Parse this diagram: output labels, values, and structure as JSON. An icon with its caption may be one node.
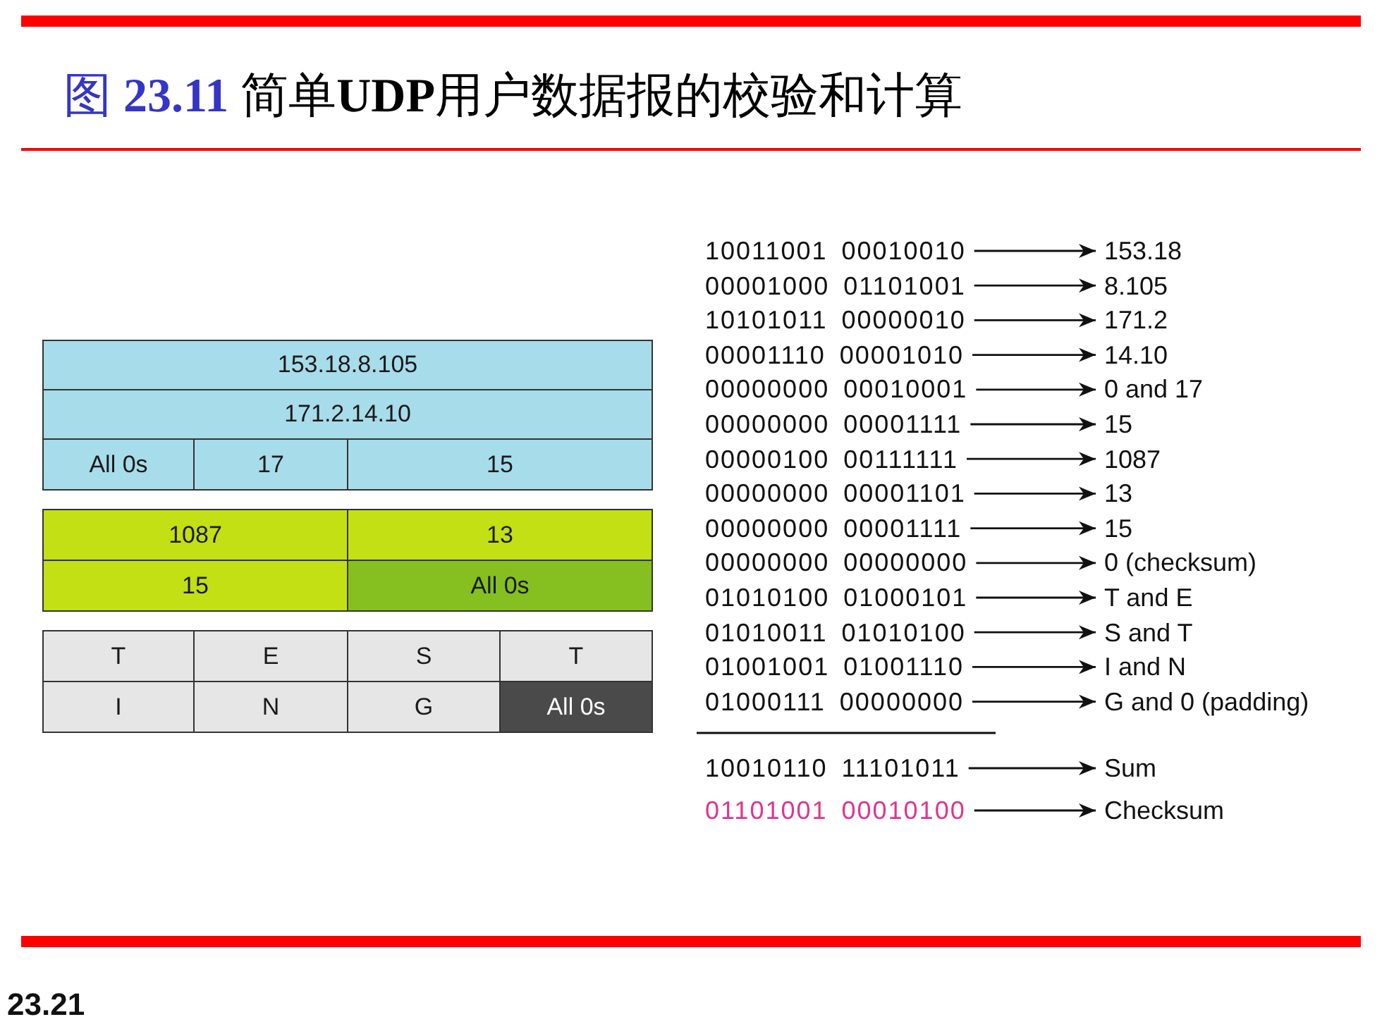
{
  "diagram": {
    "title": "图 **23.11** 简单**UDP**用户数据报的校验和计算",
    "nodes": [
      {
        "text": [
          "153.18.8.105"
        ]
      },
      {
        "text": [
          "171.2.14.10"
        ]
      },
      {
        "text": [
          "All 0s"
        ]
      },
      {
        "text": [
          "17"
        ]
      },
      {
        "text": [
          "15"
        ]
      },
      {
        "text": [
          "1087"
        ]
      },
      {
        "text": [
          "13"
        ]
      },
      {
        "text": [
          "15"
        ]
      },
      {
        "text": [
          "All 0s"
        ]
      },
      {
        "text": [
          "T"
        ]
      },
      {
        "text": [
          "E"
        ]
      },
      {
        "text": [
          "S"
        ]
      },
      {
        "text": [
          "T"
        ]
      },
      {
        "text": [
          "I"
        ]
      },
      {
        "text": [
          "N"
        ]
      },
      {
        "text": [
          "G"
        ]
      },
      {
        "text": [
          "All 0s"
        ]
      },
      {
        "text": [
          "10011001 00010010"
        ]
      },
      {
        "text": [
          "153.18"
        ]
      },
      {
        "text": [
          "00001000 01101001"
        ]
      },
      {
        "text": [
          "8.105"
        ]
      },
      {
        "text": [
          "10101011 00000010"
        ]
      },
      {
        "text": [
          "171.2"
        ]
      },
      {
        "text": [
          "00001110 00001010"
        ]
      },
      {
        "text": [
          "14.10"
        ]
      },
      {
        "text": [
          "00000000 00010001"
        ]
      },
      {
        "text": [
          "0 and 17"
        ]
      },
      {
        "text": [
          "00000000 00001111"
        ]
      },
      {
        "text": [
          "15"
        ]
      },
      {
        "text": [
          "00000100 00111111"
        ]
      },
      {
        "text": [
          "1087"
        ]
      },
      {
        "text": [
          "00000000 00001101"
        ]
      },
      {
        "text": [
          "13"
        ]
      },
      {
        "text": [
          "00000000 00001111"
        ]
      },
      {
        "text": [
          "15"
        ]
      },
      {
        "text": [
          "00000000 00000000"
        ]
      },
      {
        "text": [
          "0 (checksum)"
        ]
      },
      {
        "text": [
          "01010100 01000101"
        ]
      },
      {
        "text": [
          "T and E"
        ]
      },
      {
        "text": [
          "01010011 01010100"
        ]
      },
      {
        "text": [
          "S and T"
        ]
      },
      {
        "text": [
          "01001001 01001110"
        ]
      },
      {
        "text": [
          "I and N"
        ]
      },
      {
        "text": [
          "01000111 00000000"
        ]
      },
      {
        "text": [
          "G and 0 (padding)"
        ]
      },
      {
        "text": [
          "10010110 11101011"
        ]
      },
      {
        "text": [
          "Sum"
        ]
      },
      {
        "text": [
          "01101001 00010100"
        ]
      },
      {
        "text": [
          "Checksum"
        ]
      }
    ],
    "edges": [
      {
        "from": 17,
        "to": 18,
        "arrow": "to"
      },
      {
        "from": 19,
        "to": 20,
        "arrow": "to"
      },
      {
        "from": 21,
        "to": 22,
        "arrow": "to"
      },
      {
        "from": 23,
        "to": 24,
        "arrow": "to"
      },
      {
        "from": 25,
        "to": 26,
        "arrow": "to"
      },
      {
        "from": 27,
        "to": 28,
        "arrow": "to"
      },
      {
        "from": 29,
        "to": 30,
        "arrow": "to"
      },
      {
        "from": 31,
        "to": 32,
        "arrow": "to"
      },
      {
        "from": 33,
        "to": 34,
        "arrow": "to"
      },
      {
        "from": 35,
        "to": 36,
        "arrow": "to"
      },
      {
        "from": 37,
        "to": 38,
        "arrow": "to"
      },
      {
        "from": 39,
        "to": 40,
        "arrow": "to"
      },
      {
        "from": 41,
        "to": 42,
        "arrow": "to"
      },
      {
        "from": 43,
        "to": 44,
        "arrow": "to"
      },
      {
        "from": 45,
        "to": 46,
        "arrow": "to"
      },
      {
        "from": 47,
        "to": 48,
        "arrow": "to"
      }
    ],
    "labels": [
      "23.21"
    ]
  }
}
